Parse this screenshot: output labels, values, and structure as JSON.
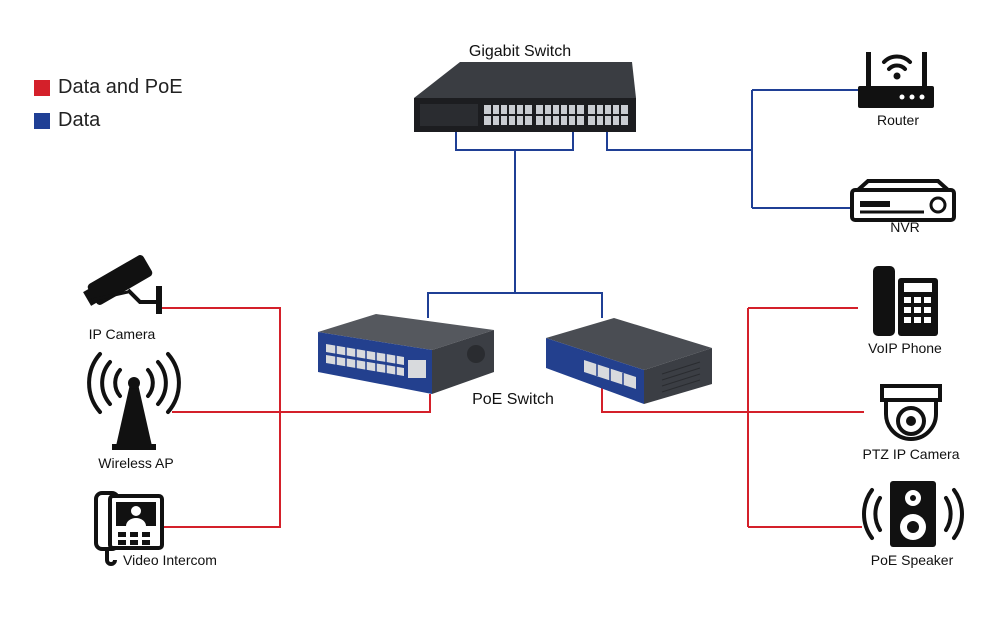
{
  "legend": {
    "items": [
      {
        "label": "Data and PoE",
        "color": "#d4202a"
      },
      {
        "label": "Data",
        "color": "#1f3f95"
      }
    ]
  },
  "colors": {
    "data": "#1f3f95",
    "poe": "#d4202a"
  },
  "devices": {
    "gigabit_switch": "Gigabit Switch",
    "poe_switch": "PoE Switch",
    "router": "Router",
    "nvr": "NVR",
    "ip_camera": "IP Camera",
    "wireless_ap": "Wireless AP",
    "video_intercom": "Video Intercom",
    "voip_phone": "VoIP Phone",
    "ptz_ip_camera": "PTZ IP Camera",
    "poe_speaker": "PoE Speaker"
  },
  "icons": [
    "router-icon",
    "nvr-icon",
    "ip-camera-icon",
    "wireless-ap-icon",
    "video-intercom-icon",
    "voip-phone-icon",
    "ptz-camera-icon",
    "speaker-icon"
  ]
}
